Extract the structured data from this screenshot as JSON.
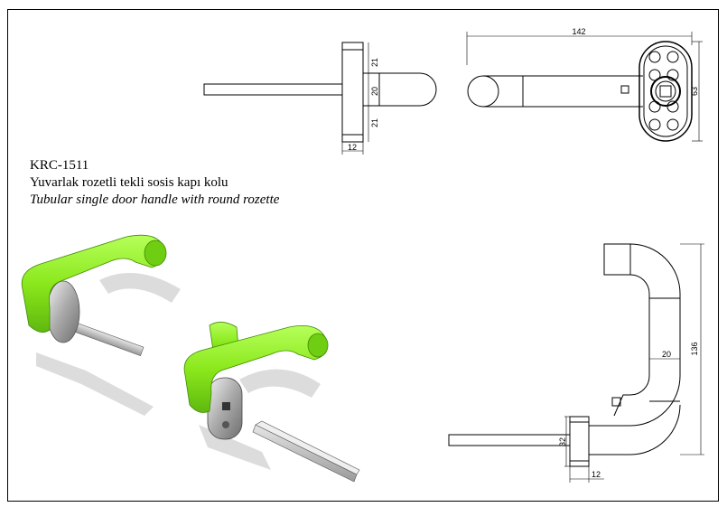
{
  "product": {
    "model": "KRC-1511",
    "name_tr": "Yuvarlak rozetli  tekli sosis kapı kolu",
    "name_en": "Tubular single door handle with round rozette"
  },
  "dimensions": {
    "side_view": [
      "21",
      "20",
      "21",
      "12"
    ],
    "front_view": [
      "142",
      "63"
    ],
    "top_view": [
      "20",
      "136",
      "32",
      "12"
    ]
  },
  "colors": {
    "handle": "#8be81c",
    "handle_dark": "#5fb80e",
    "metal": "#b8b8b8",
    "shadow": "#d8d8d8",
    "line": "#000000"
  }
}
